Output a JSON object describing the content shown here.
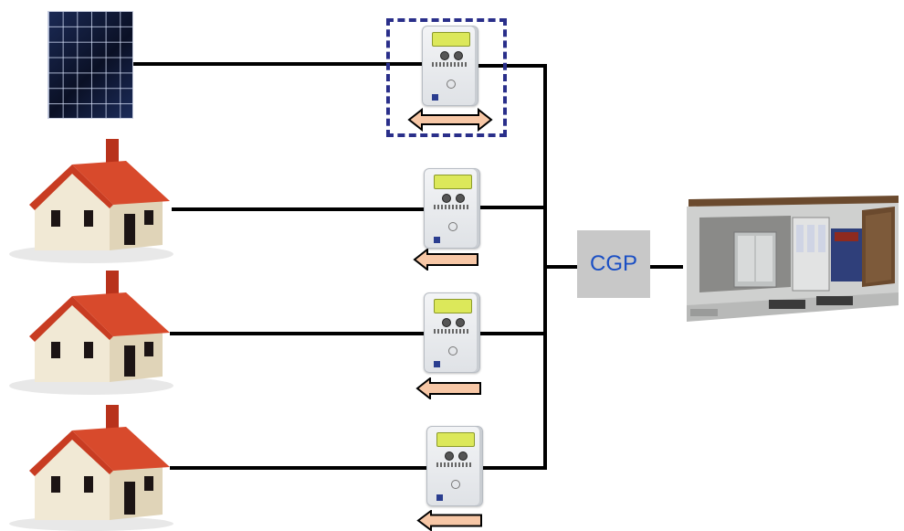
{
  "cgp": {
    "label": "CGP"
  },
  "colors": {
    "wire": "#000000",
    "dashed_frame": "#2a2f8a",
    "cgp_box": "#c8c8c8",
    "cgp_text": "#1a4fc4",
    "arrow_fill": "#f7c7a6",
    "roof": "#c83c22"
  },
  "icons": [
    "solar-panel-icon",
    "house-icon",
    "electricity-meter-icon",
    "bidirectional-arrow-icon",
    "left-arrow-icon",
    "transformer-substation-icon"
  ],
  "rows": [
    {
      "source": "solar-panel",
      "flow": "bidirectional"
    },
    {
      "source": "house",
      "flow": "import"
    },
    {
      "source": "house",
      "flow": "import"
    },
    {
      "source": "house",
      "flow": "import"
    }
  ]
}
